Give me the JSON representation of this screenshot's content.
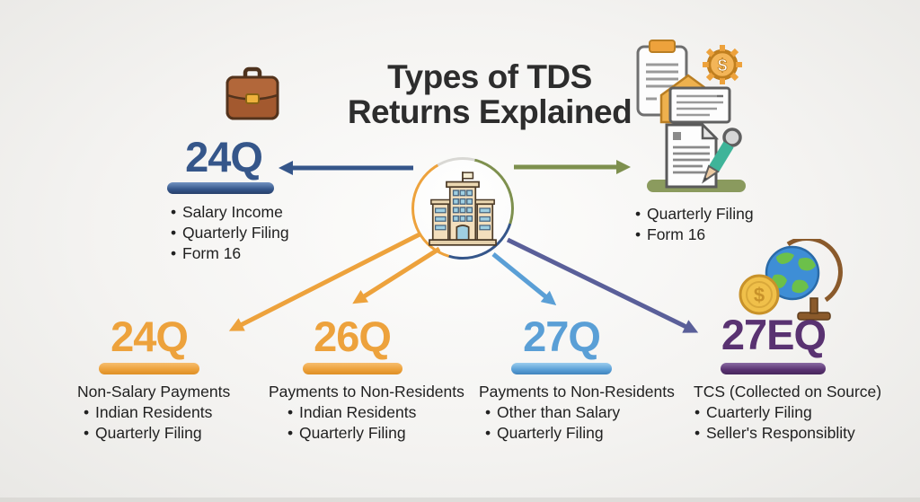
{
  "title": {
    "line1": "Types of TDS",
    "line2": "Returns Explained"
  },
  "colors": {
    "navy": "#35568a",
    "orange": "#eda23c",
    "lightblue": "#5a9fd6",
    "purple": "#593271",
    "slate": "#5a5f99",
    "olive": "#7e904e",
    "text": "#212121",
    "title": "#2d2d2d"
  },
  "icons": {
    "top_left": "briefcase-icon",
    "top_right_cluster": "tax-documents-icon",
    "top_right": "document-pen-icon",
    "center": "building-icon",
    "bottom_right": "globe-coin-icon"
  },
  "sections": {
    "salary_24q": {
      "heading": "24Q",
      "items": [
        "Salary Income",
        "Quarterly Filing",
        "Form 16"
      ]
    },
    "certificate": {
      "items": [
        "Quarterly Filing",
        "Form 16"
      ]
    },
    "nonsalary_24q": {
      "heading": "24Q",
      "subtitle": "Non-Salary Payments",
      "items": [
        "Indian Residents",
        "Quarterly Filing"
      ]
    },
    "q26": {
      "heading": "26Q",
      "subtitle": "Payments to Non-Residents",
      "items": [
        "Indian Residents",
        "Quarterly Filing"
      ]
    },
    "q27": {
      "heading": "27Q",
      "subtitle": "Payments to Non-Residents",
      "items": [
        "Other than Salary",
        "Quarterly Filing"
      ]
    },
    "q27eq": {
      "heading": "27EQ",
      "subtitle": "TCS (Collected on Source)",
      "items": [
        "Cuarterly Filing",
        "Seller's Responsiblity"
      ]
    }
  }
}
